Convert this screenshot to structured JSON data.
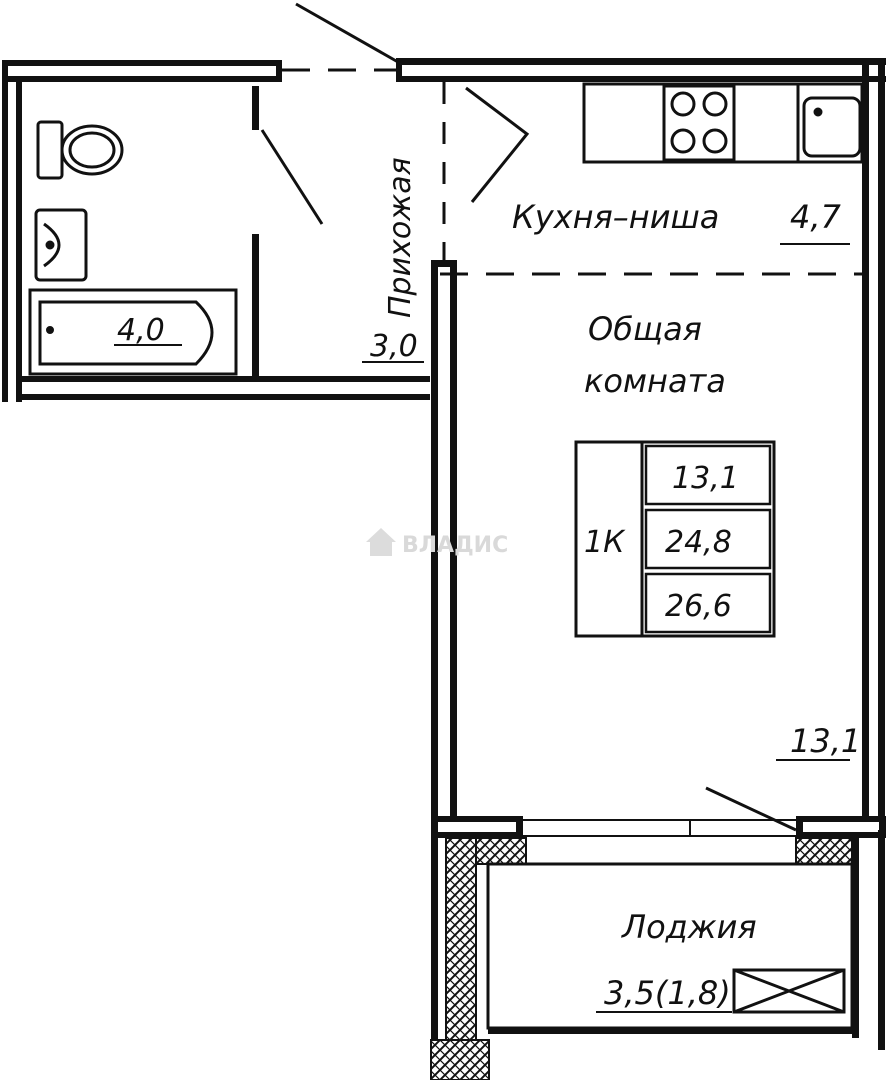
{
  "plan": {
    "rooms": {
      "bathroom": {
        "area": "4,0"
      },
      "hallway": {
        "name": "Прихожая",
        "area": "3,0"
      },
      "kitchen": {
        "name": "Кухня–ниша",
        "area": "4,7"
      },
      "living": {
        "name_line1": "Общая",
        "name_line2": "комната",
        "area": "13,1"
      },
      "loggia": {
        "name": "Лоджия",
        "area": "3,5(1,8)"
      }
    },
    "summary": {
      "type": "1К",
      "living_area": "13,1",
      "total_area": "24,8",
      "total_with_loggia": "26,6"
    },
    "watermark": "ВЛАДИС"
  }
}
